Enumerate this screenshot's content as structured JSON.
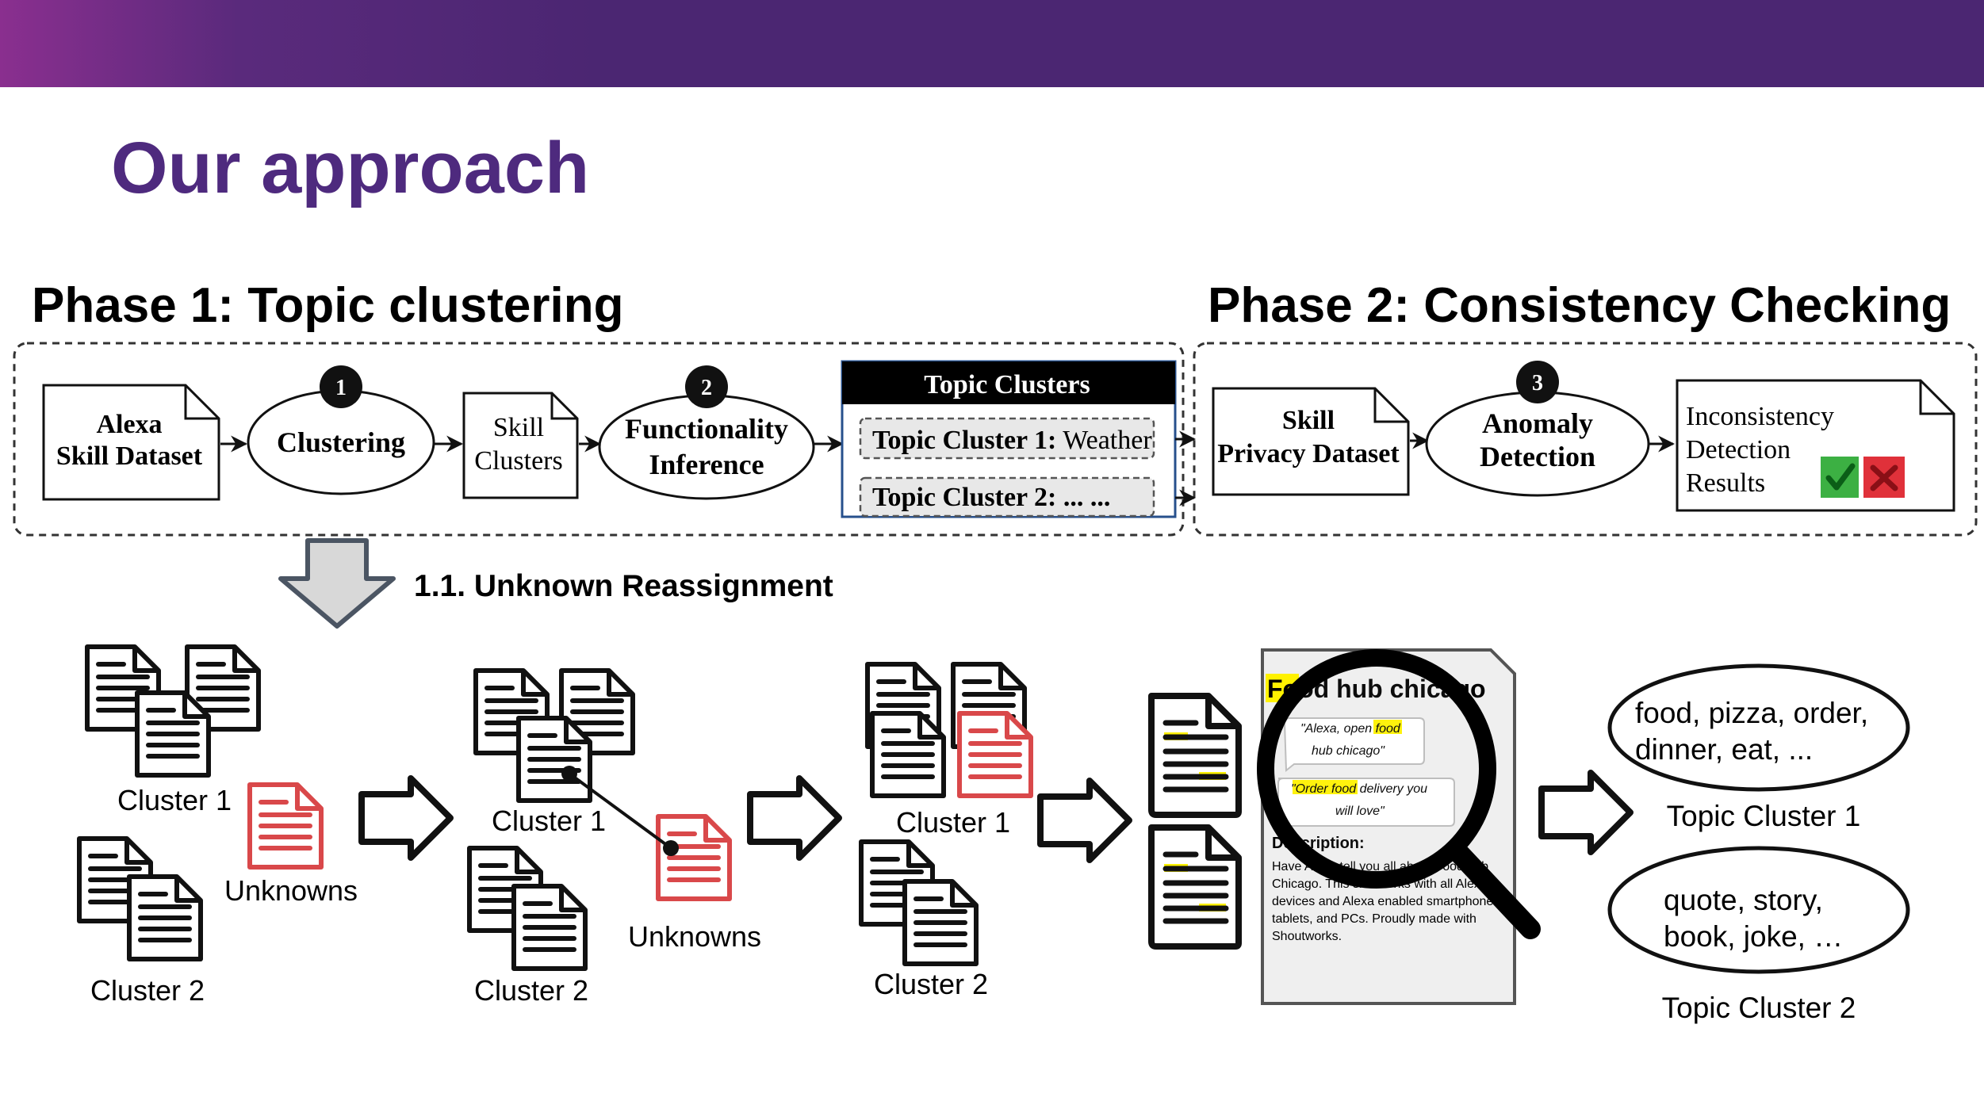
{
  "title": "Our approach",
  "phase1": {
    "heading": "Phase 1: Topic clustering"
  },
  "phase2": {
    "heading": "Phase 2: Consistency Checking"
  },
  "pipeline": {
    "alexa_dataset": [
      "Alexa",
      "Skill Dataset"
    ],
    "step1": {
      "number": "1",
      "label": "Clustering"
    },
    "skill_clusters": [
      "Skill",
      "Clusters"
    ],
    "step2": {
      "number": "2",
      "label": [
        "Functionality",
        "Inference"
      ]
    },
    "topic_clusters": {
      "header": "Topic Clusters",
      "item1_bold": "Topic Cluster 1:",
      "item1_rest": " Weather",
      "item2": "Topic Cluster 2: ... ..."
    },
    "privacy_dataset": [
      "Skill",
      "Privacy Dataset"
    ],
    "step3": {
      "number": "3",
      "label": [
        "Anomaly",
        "Detection"
      ]
    },
    "results": [
      "Inconsistency",
      "Detection",
      "Results"
    ]
  },
  "reassignment": {
    "label": "1.1. Unknown Reassignment",
    "stage1": {
      "cluster1": "Cluster 1",
      "cluster2": "Cluster 2",
      "unknowns": "Unknowns"
    },
    "stage2": {
      "cluster1": "Cluster 1",
      "cluster2": "Cluster 2",
      "unknowns": "Unknowns"
    },
    "stage3": {
      "cluster1": "Cluster 1",
      "cluster2": "Cluster 2"
    }
  },
  "skill_page": {
    "title_hl": "Food",
    "title_rest": " hub chicago",
    "bubble1": [
      "\"Alexa, open ",
      "food",
      "",
      "hub chicago\""
    ],
    "bubble2": [
      "\"Order ",
      "food",
      " delivery you",
      "will love\""
    ],
    "desc_label": "Description:",
    "desc_lines": [
      "Have Alexa tell you all about Food hub",
      "Chicago. This skill works with all Alexa",
      "devices and Alexa enabled smartphones,",
      "tablets, and PCs. Proudly made with",
      "Shoutworks."
    ]
  },
  "topics": {
    "topic1_words": [
      "food, pizza, order,",
      "dinner, eat, ..."
    ],
    "topic1_label": "Topic Cluster 1",
    "topic2_words": [
      "quote, story,",
      "book, joke, …"
    ],
    "topic2_label": "Topic Cluster 2"
  },
  "colors": {
    "accent": "#4e2a7e",
    "highlight": "#fff200",
    "doc_red": "#d9484a",
    "check_green": "#3cb043",
    "cross_red": "#e0313a"
  }
}
